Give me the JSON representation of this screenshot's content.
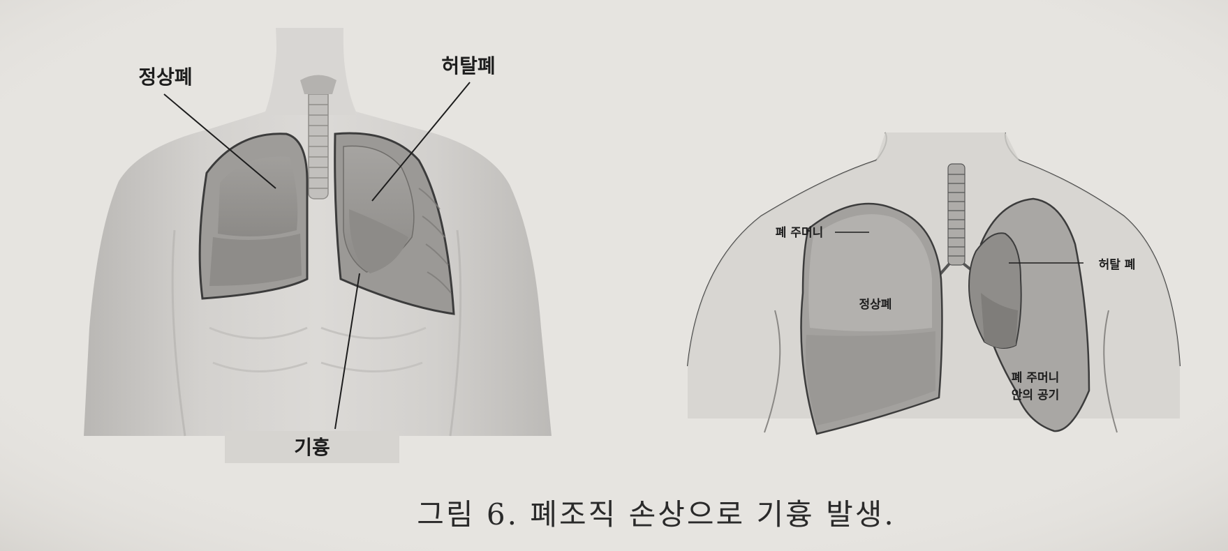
{
  "left_figure": {
    "label_normal_lung": "정상폐",
    "label_collapsed_lung": "허탈폐",
    "label_pneumothorax": "기흉"
  },
  "right_figure": {
    "label_pleural_sac": "폐 주머니",
    "label_normal_lung": "정상폐",
    "label_collapsed_lung": "허탈 폐",
    "label_air_line1": "폐 주머니",
    "label_air_line2": "안의 공기"
  },
  "caption": "그림 6. 폐조직 손상으로 기흉 발생."
}
